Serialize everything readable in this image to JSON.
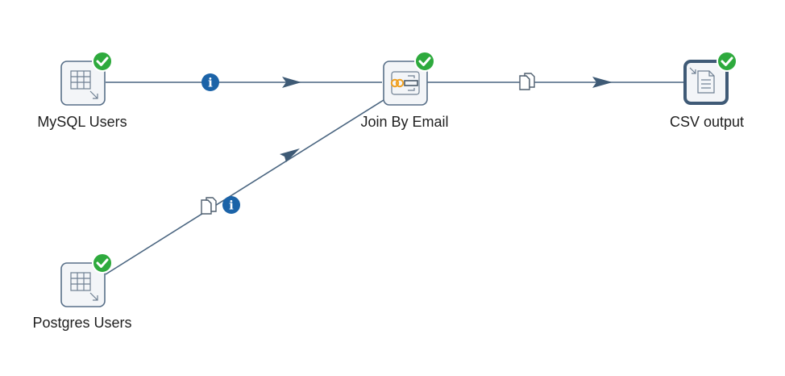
{
  "steps": {
    "mysql_users": {
      "label": "MySQL Users",
      "status": "success",
      "icon": "table-input-icon"
    },
    "postgres_users": {
      "label": "Postgres Users",
      "status": "success",
      "icon": "table-input-icon"
    },
    "join_by_email": {
      "label": "Join By Email",
      "status": "success",
      "icon": "merge-join-icon"
    },
    "csv_output": {
      "label": "CSV output",
      "status": "success",
      "icon": "text-file-output-icon"
    }
  },
  "hops": [
    {
      "from": "MySQL Users",
      "to": "Join By Email",
      "markers": [
        "info-icon"
      ]
    },
    {
      "from": "Postgres Users",
      "to": "Join By Email",
      "markers": [
        "copy-rows-icon",
        "info-icon"
      ]
    },
    {
      "from": "Join By Email",
      "to": "CSV output",
      "markers": [
        "copy-rows-icon"
      ]
    }
  ],
  "colors": {
    "hop_line": "#4a6580",
    "success": "#2eaa3d",
    "info": "#1b63a8",
    "merge_accent": "#f0a020"
  }
}
